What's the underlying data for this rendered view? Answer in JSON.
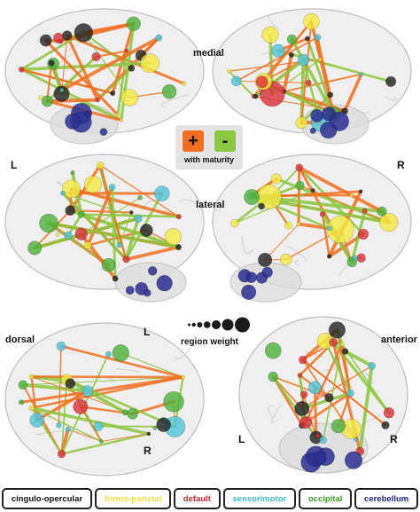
{
  "panels": {
    "medial": "medial",
    "lateral": "lateral",
    "dorsal": "dorsal",
    "anterior": "anterior"
  },
  "sides": {
    "left": "L",
    "right": "R",
    "dorsal_left": "L",
    "dorsal_right": "R",
    "anterior_left": "L",
    "anterior_right": "R"
  },
  "maturity_legend": {
    "positive_sign": "+",
    "negative_sign": "-",
    "label": "with maturity",
    "positive_color": "#f26f21",
    "negative_color": "#8dc63f"
  },
  "region_weight_label": "region weight",
  "networks": [
    {
      "name": "cingulo-opercular",
      "color": "#222222",
      "text_color": "#111111"
    },
    {
      "name": "fronto-parietal",
      "color": "#f4e842",
      "text_color": "#f2e24a"
    },
    {
      "name": "default",
      "color": "#d8313a",
      "text_color": "#c9252e"
    },
    {
      "name": "sensorimotor",
      "color": "#4ec3d8",
      "text_color": "#3fb6cc"
    },
    {
      "name": "occipital",
      "color": "#4caf3a",
      "text_color": "#3b9b2c"
    },
    {
      "name": "cerebellum",
      "color": "#2b2f8f",
      "text_color": "#1d2277"
    }
  ]
}
